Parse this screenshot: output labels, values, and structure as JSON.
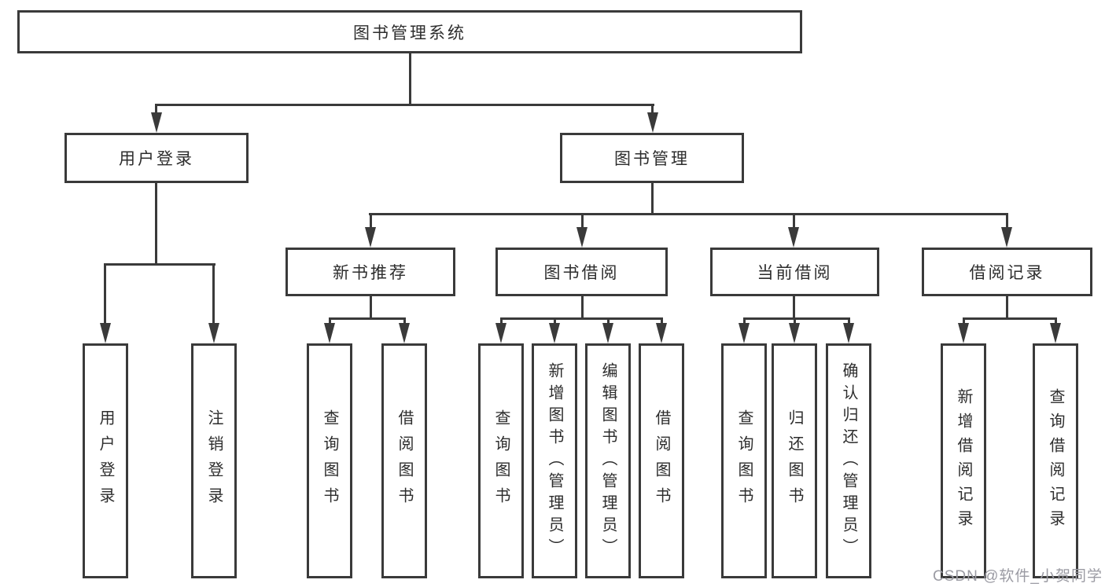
{
  "diagram": {
    "title_node": {
      "label": "图书管理系统"
    },
    "level1": [
      {
        "label": "用户登录"
      },
      {
        "label": "图书管理"
      }
    ],
    "level2": [
      {
        "label": "新书推荐"
      },
      {
        "label": "图书借阅"
      },
      {
        "label": "当前借阅"
      },
      {
        "label": "借阅记录"
      }
    ],
    "leaves": {
      "user_login": [
        {
          "label": "用户登录"
        },
        {
          "label": "注销登录"
        }
      ],
      "new_book": [
        {
          "label": "查询图书"
        },
        {
          "label": "借阅图书"
        }
      ],
      "book_borrow": [
        {
          "label": "查询图书"
        },
        {
          "label": "新增图书（管理员）"
        },
        {
          "label": "编辑图书（管理员）"
        },
        {
          "label": "借阅图书"
        }
      ],
      "current_borrow": [
        {
          "label": "查询图书"
        },
        {
          "label": "归还图书"
        },
        {
          "label": "确认归还（管理员）"
        }
      ],
      "borrow_record": [
        {
          "label": "新增借阅记录"
        },
        {
          "label": "查询借阅记录"
        }
      ]
    }
  },
  "watermark": "CSDN @软件_小贺同学",
  "colors": {
    "line": "#3a3a3a",
    "text": "#2d2d2d",
    "watermark": "#9b9ba3",
    "background": "#ffffff"
  }
}
